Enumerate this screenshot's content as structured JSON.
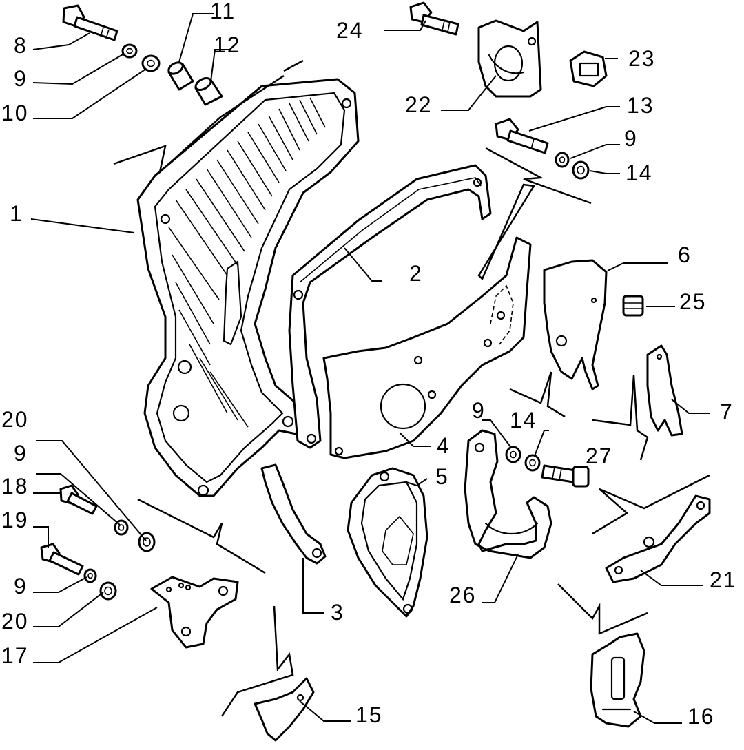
{
  "callouts": {
    "c1": "1",
    "c2": "2",
    "c3": "3",
    "c4": "4",
    "c5": "5",
    "c6": "6",
    "c7": "7",
    "c8": "8",
    "c9a": "9",
    "c9b": "9",
    "c9c": "9",
    "c9d": "9",
    "c9e": "9",
    "c10": "10",
    "c11": "11",
    "c12": "12",
    "c13": "13",
    "c14a": "14",
    "c14b": "14",
    "c15": "15",
    "c16": "16",
    "c17": "17",
    "c18": "18",
    "c19": "19",
    "c20a": "20",
    "c20b": "20",
    "c21": "21",
    "c22": "22",
    "c23": "23",
    "c24": "24",
    "c25": "25",
    "c26": "26",
    "c27": "27"
  }
}
